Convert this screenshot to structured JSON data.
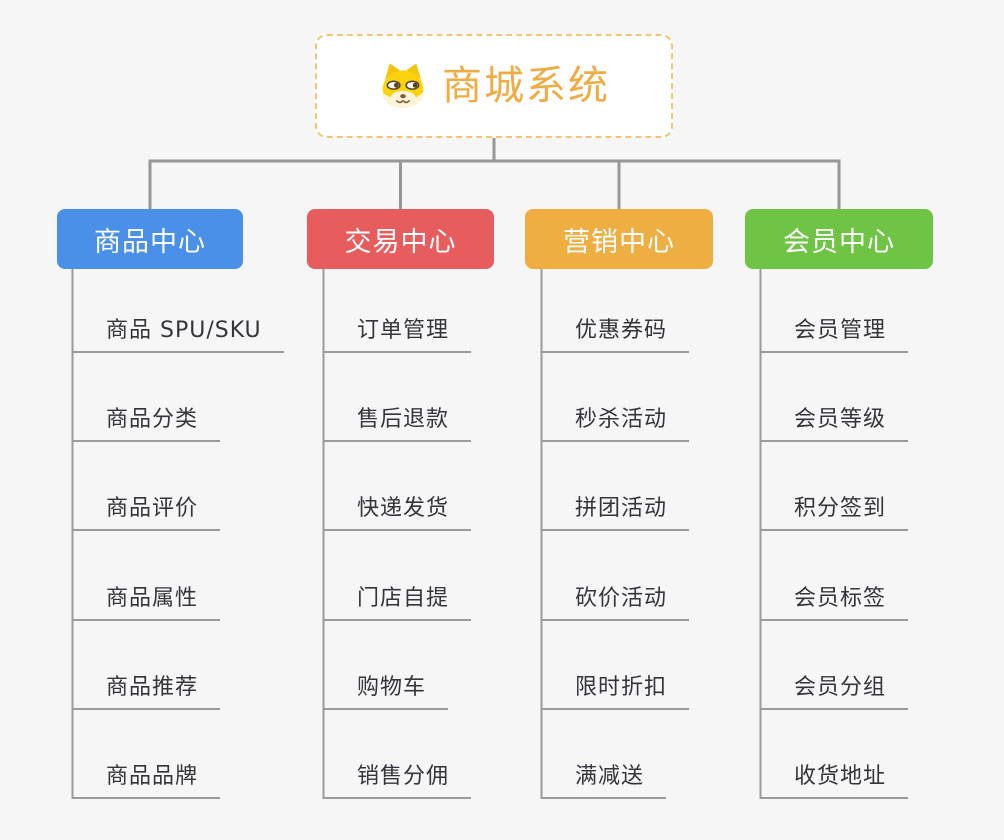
{
  "root": {
    "label": "商城系统",
    "icon": "dog-face-icon",
    "text_color": "#f0ab43",
    "border_color": "#f5c472"
  },
  "branches": [
    {
      "label": "商品中心",
      "color": "#4a90e8",
      "children": [
        "商品 SPU/SKU",
        "商品分类",
        "商品评价",
        "商品属性",
        "商品推荐",
        "商品品牌"
      ]
    },
    {
      "label": "交易中心",
      "color": "#e75c5c",
      "children": [
        "订单管理",
        "售后退款",
        "快递发货",
        "门店自提",
        "购物车",
        "销售分佣"
      ]
    },
    {
      "label": "营销中心",
      "color": "#eeae42",
      "children": [
        "优惠券码",
        "秒杀活动",
        "拼团活动",
        "砍价活动",
        "限时折扣",
        "满减送"
      ]
    },
    {
      "label": "会员中心",
      "color": "#6fc345",
      "children": [
        "会员管理",
        "会员等级",
        "积分签到",
        "会员标签",
        "会员分组",
        "收货地址"
      ]
    }
  ],
  "connector_color": "#979797",
  "trunk_color": "#9b9b9b"
}
